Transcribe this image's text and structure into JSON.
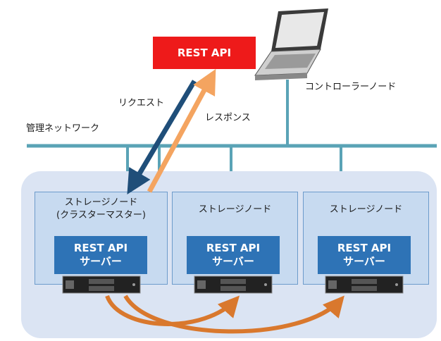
{
  "rest_api": {
    "label": "REST API"
  },
  "labels": {
    "controller": "コントローラーノード",
    "network": "管理ネットワーク",
    "request": "リクエスト",
    "response": "レスポンス"
  },
  "nodes": [
    {
      "title": "ストレージノード\n(クラスターマスター)",
      "server_line1": "REST API",
      "server_line2": "サーバー"
    },
    {
      "title": "ストレージノード",
      "server_line1": "REST API",
      "server_line2": "サーバー"
    },
    {
      "title": "ストレージノード",
      "server_line1": "REST API",
      "server_line2": "サーバー"
    }
  ],
  "colors": {
    "network": "#5aa3b6",
    "request_arrow": "#1f4e79",
    "response_arrow": "#f4a460",
    "sync_arrow": "#d9782d",
    "rest_api_bg": "#ee1a1a",
    "server_bg": "#2e73b6",
    "node_bg": "#c7daf0",
    "cluster_bg": "#dbe4f3"
  }
}
